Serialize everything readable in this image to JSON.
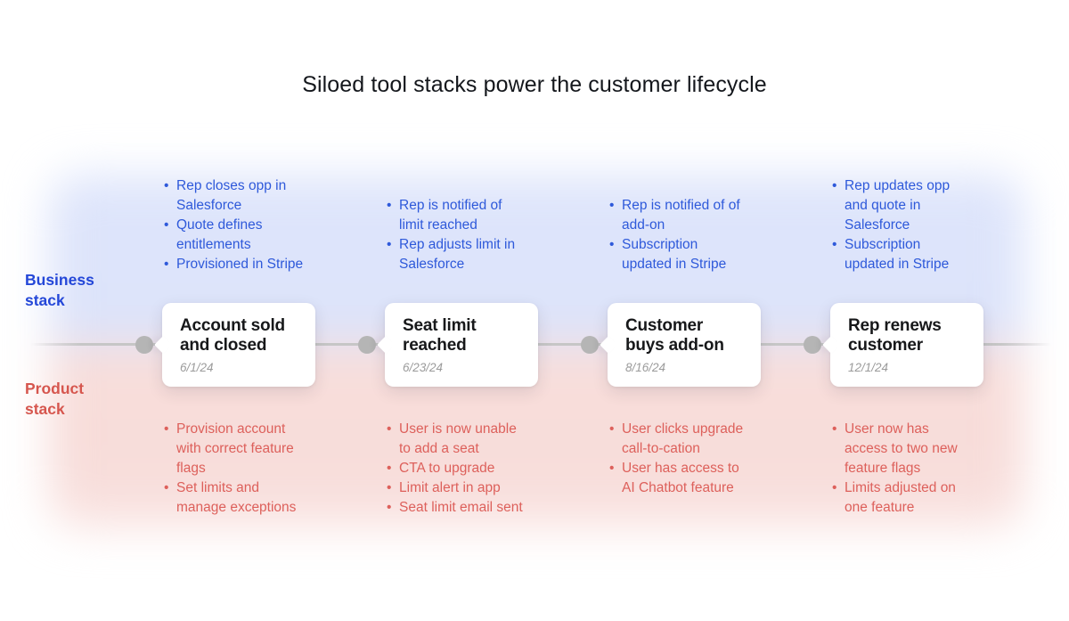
{
  "title": "Siloed tool stacks power the customer lifecycle",
  "lanes": {
    "business": {
      "label": "Business\nstack",
      "text_color": "#2447d8"
    },
    "product": {
      "label": "Product\nstack",
      "text_color": "#d6564e"
    }
  },
  "colors": {
    "business_bullets": "#2e59da",
    "product_bullets": "#dd605b",
    "business_background": "#dce3fa",
    "product_background": "#f7dcd9",
    "timeline_line": "#c6c6c6",
    "timeline_dot": "#b5b5b5",
    "card_background": "#ffffff",
    "card_title": "#17181a",
    "card_date": "#9b9b9b"
  },
  "milestones": [
    {
      "title": "Account sold\nand closed",
      "date": "6/1/24",
      "business_items": [
        "Rep closes opp in\nSalesforce",
        "Quote defines\nentitlements",
        "Provisioned in Stripe"
      ],
      "product_items": [
        "Provision account\nwith correct feature\nflags",
        "Set limits and\nmanage exceptions"
      ]
    },
    {
      "title": "Seat limit\nreached",
      "date": "6/23/24",
      "business_items": [
        "Rep is notified of\nlimit reached",
        "Rep adjusts limit in\nSalesforce"
      ],
      "product_items": [
        "User is now unable\nto add a seat",
        "CTA to upgrade",
        "Limit alert in app",
        "Seat limit email sent"
      ]
    },
    {
      "title": "Customer\nbuys add-on",
      "date": "8/16/24",
      "business_items": [
        "Rep is notified of of\nadd-on",
        "Subscription\nupdated in Stripe"
      ],
      "product_items": [
        "User clicks upgrade\ncall-to-cation",
        "User has access to\nAI Chatbot feature"
      ]
    },
    {
      "title": "Rep renews\ncustomer",
      "date": "12/1/24",
      "business_items": [
        "Rep updates opp\nand quote in\nSalesforce",
        "Subscription\nupdated in Stripe"
      ],
      "product_items": [
        "User now has\naccess to two new\nfeature flags",
        "Limits adjusted on\none feature"
      ]
    }
  ]
}
